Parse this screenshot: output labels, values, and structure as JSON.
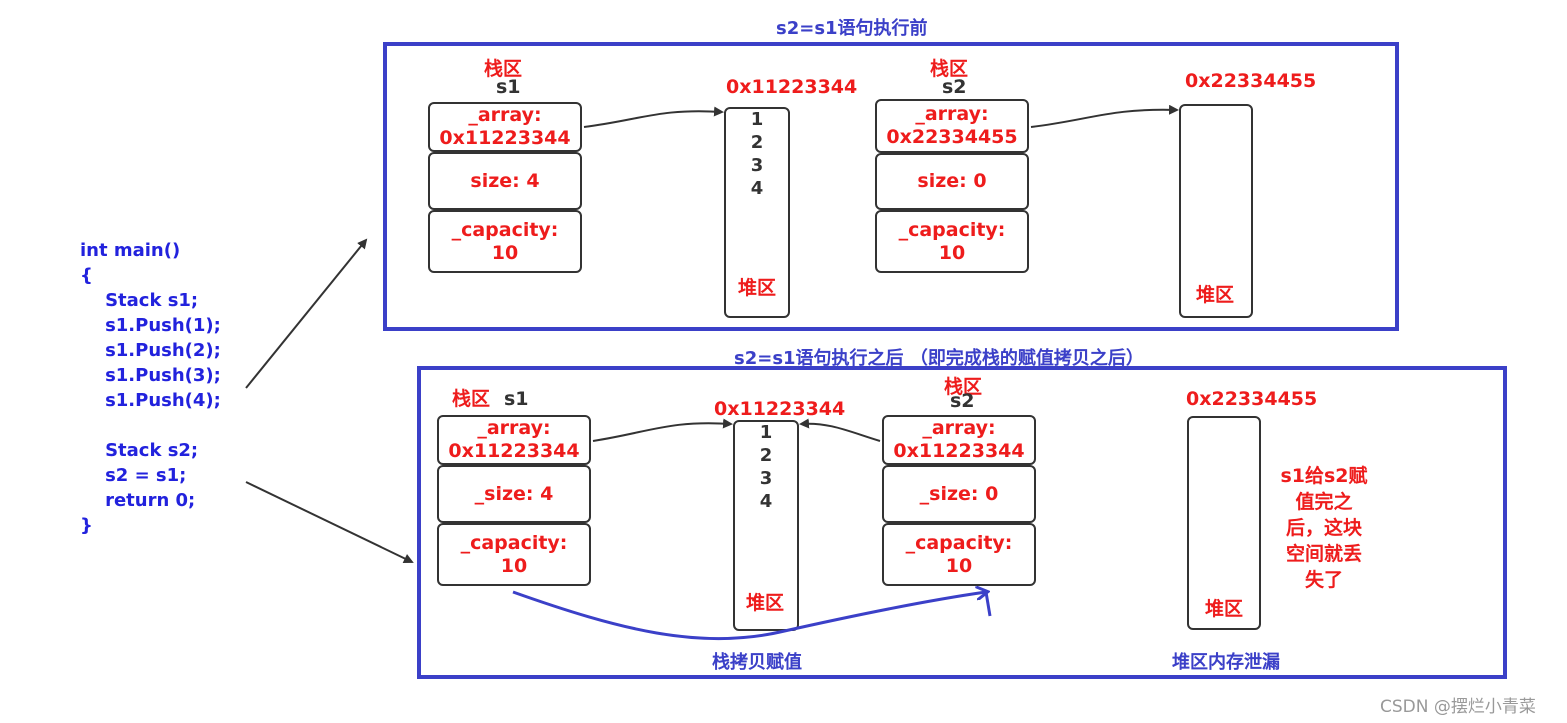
{
  "code": {
    "lines": [
      "int main()",
      "{",
      "    Stack s1;",
      "    s1.Push(1);",
      "    s1.Push(2);",
      "    s1.Push(3);",
      "    s1.Push(4);",
      "",
      "    Stack s2;",
      "    s2 = s1;",
      "    return 0;",
      "}"
    ]
  },
  "top": {
    "title": "s2=s1语句执行前",
    "s1": {
      "stack_label": "栈区",
      "name": "s1",
      "array_label": "_array:",
      "array_value": "0x11223344",
      "size": "size: 4",
      "capacity_label": "_capacity:",
      "capacity_value": "10"
    },
    "heap1": {
      "address": "0x11223344",
      "values": [
        "1",
        "2",
        "3",
        "4"
      ],
      "label": "堆区"
    },
    "s2": {
      "stack_label": "栈区",
      "name": "s2",
      "array_label": "_array:",
      "array_value": "0x22334455",
      "size": "size: 0",
      "capacity_label": "_capacity:",
      "capacity_value": "10"
    },
    "heap2": {
      "address": "0x22334455",
      "label": "堆区"
    }
  },
  "bottom": {
    "title": "s2=s1语句执行之后 （即完成栈的赋值拷贝之后）",
    "s1": {
      "stack_label": "栈区",
      "name": "s1",
      "array_label": "_array:",
      "array_value": "0x11223344",
      "size": "_size: 4",
      "capacity_label": "_capacity:",
      "capacity_value": "10"
    },
    "heap1": {
      "address": "0x11223344",
      "values": [
        "1",
        "2",
        "3",
        "4"
      ],
      "label": "堆区"
    },
    "s2": {
      "stack_label": "栈区",
      "name": "s2",
      "array_label": "_array:",
      "array_value": "0x11223344",
      "size": "_size: 0",
      "capacity_label": "_capacity:",
      "capacity_value": "10"
    },
    "heap2": {
      "address": "0x22334455",
      "label": "堆区"
    },
    "lost_note": [
      "s1给s2赋",
      "值完之",
      "后，这块",
      "空间就丢",
      "失了"
    ],
    "copy_caption": "栈拷贝赋值",
    "leak_caption": "堆区内存泄漏"
  },
  "watermark": "CSDN @摆烂小青菜",
  "colors": {
    "frame": "#3b40c8",
    "red_text": "#ee1c1c",
    "code": "#2222dd",
    "box_border": "#333333"
  }
}
